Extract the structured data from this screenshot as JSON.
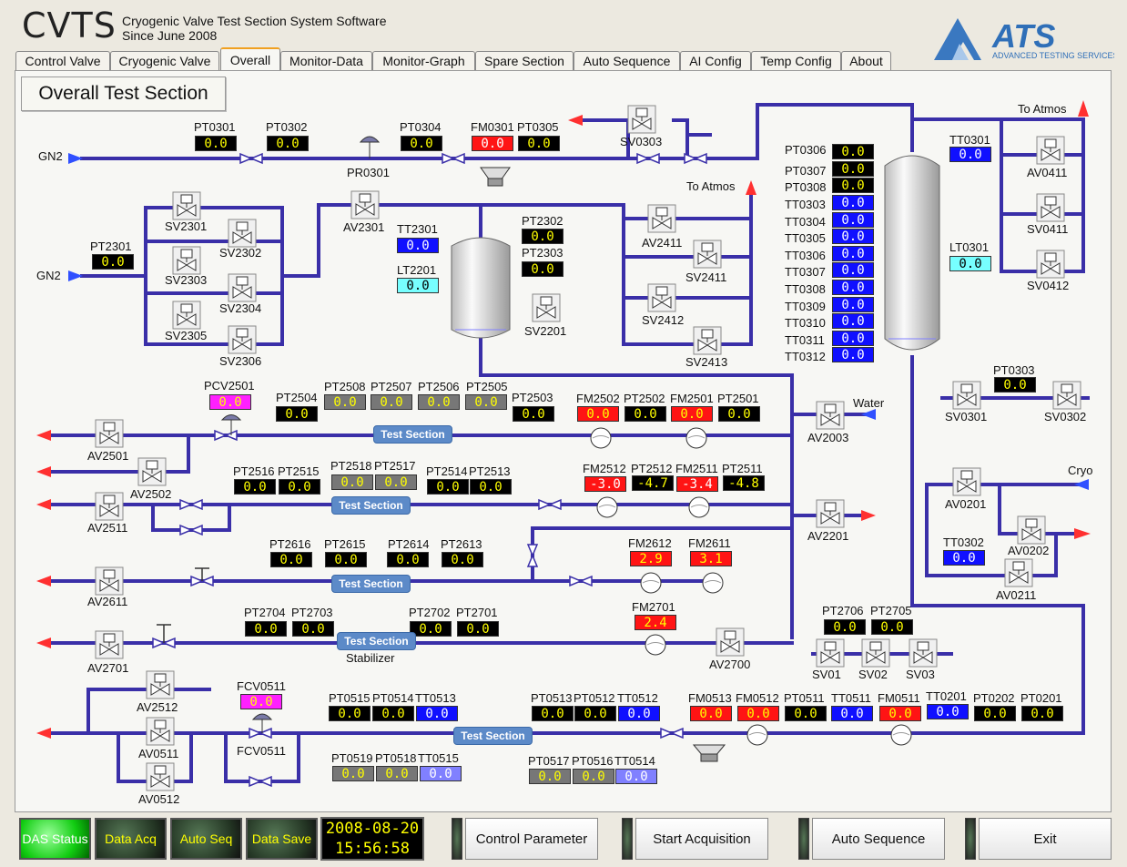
{
  "header": {
    "title": "CVTS",
    "subtitle1": "Cryogenic Valve Test Section System Software",
    "subtitle2": "Since June 2008",
    "logo_text": "ATS",
    "logo_tagline": "ADVANCED TESTING SERVICES"
  },
  "tabs": [
    "Control Valve",
    "Cryogenic Valve",
    "Overall",
    "Monitor-Data",
    "Monitor-Graph",
    "Spare Section",
    "Auto Sequence",
    "AI Config",
    "Temp Config",
    "About"
  ],
  "active_tab": "Overall",
  "section_title": "Overall Test Section",
  "colors": {
    "pipe": "#3a2fa8",
    "arrow_red": "#ff3030",
    "arrow_blue": "#3050ff",
    "panel": "#f7f7f4"
  },
  "labels": {
    "gn2_a": "GN2",
    "gn2_b": "GN2",
    "to_atmos_1": "To Atmos",
    "to_atmos_2": "To Atmos",
    "water": "Water",
    "cryo": "Cryo",
    "stabilizer": "Stabilizer",
    "PT0301": "PT0301",
    "PT0302": "PT0302",
    "PR0301": "PR0301",
    "PT0304": "PT0304",
    "FM0301": "FM0301",
    "PT0305": "PT0305",
    "SV0303": "SV0303",
    "PT0306": "PT0306",
    "PT0307": "PT0307",
    "PT0308": "PT0308",
    "TT0303": "TT0303",
    "TT0304": "TT0304",
    "TT0305": "TT0305",
    "TT0306": "TT0306",
    "TT0307": "TT0307",
    "TT0308": "TT0308",
    "TT0309": "TT0309",
    "TT0310": "TT0310",
    "TT0311": "TT0311",
    "TT0312": "TT0312",
    "TT0301": "TT0301",
    "LT0301": "LT0301",
    "AV0411": "AV0411",
    "SV0411": "SV0411",
    "SV0412": "SV0412",
    "SV2301": "SV2301",
    "SV2302": "SV2302",
    "SV2303": "SV2303",
    "SV2304": "SV2304",
    "SV2305": "SV2305",
    "SV2306": "SV2306",
    "AV2301": "AV2301",
    "PT2301": "PT2301",
    "TT2301": "TT2301",
    "LT2201": "LT2201",
    "PT2302": "PT2302",
    "PT2303": "PT2303",
    "SV2201": "SV2201",
    "AV2411": "AV2411",
    "SV2411": "SV2411",
    "SV2412": "SV2412",
    "SV2413": "SV2413",
    "PCV2501": "PCV2501",
    "PT2504": "PT2504",
    "PT2508": "PT2508",
    "PT2507": "PT2507",
    "PT2506": "PT2506",
    "PT2505": "PT2505",
    "PT2503": "PT2503",
    "FM2502": "FM2502",
    "PT2502": "PT2502",
    "FM2501": "FM2501",
    "PT2501": "PT2501",
    "AV2003": "AV2003",
    "AV2501": "AV2501",
    "AV2502": "AV2502",
    "PT2516": "PT2516",
    "PT2515": "PT2515",
    "PT2518": "PT2518",
    "PT2517": "PT2517",
    "PT2514": "PT2514",
    "PT2513": "PT2513",
    "FM2512": "FM2512",
    "PT2512": "PT2512",
    "FM2511": "FM2511",
    "PT2511": "PT2511",
    "AV2511": "AV2511",
    "AV2201": "AV2201",
    "PT2616": "PT2616",
    "PT2615": "PT2615",
    "PT2614": "PT2614",
    "PT2613": "PT2613",
    "FM2612": "FM2612",
    "FM2611": "FM2611",
    "AV2611": "AV2611",
    "PT2704": "PT2704",
    "PT2703": "PT2703",
    "PT2702": "PT2702",
    "PT2701": "PT2701",
    "FM2701": "FM2701",
    "AV2701": "AV2701",
    "AV2700": "AV2700",
    "PT0303": "PT0303",
    "SV0301": "SV0301",
    "SV0302": "SV0302",
    "AV0201": "AV0201",
    "AV0202": "AV0202",
    "AV0211": "AV0211",
    "TT0302": "TT0302",
    "PT2706": "PT2706",
    "PT2705": "PT2705",
    "SV01": "SV01",
    "SV02": "SV02",
    "SV03": "SV03",
    "AV2512": "AV2512",
    "AV0511": "AV0511",
    "AV0512": "AV0512",
    "FCV0511_a": "FCV0511",
    "FCV0511_b": "FCV0511",
    "PT0515": "PT0515",
    "PT0514": "PT0514",
    "TT0513": "TT0513",
    "PT0513": "PT0513",
    "PT0512": "PT0512",
    "TT0512": "TT0512",
    "FM0513": "FM0513",
    "FM0512": "FM0512",
    "PT0511": "PT0511",
    "TT0511": "TT0511",
    "FM0511": "FM0511",
    "TT0201": "TT0201",
    "PT0202": "PT0202",
    "PT0201": "PT0201",
    "PT0519": "PT0519",
    "PT0518": "PT0518",
    "TT0515": "TT0515",
    "PT0517": "PT0517",
    "PT0516": "PT0516",
    "TT0514": "TT0514"
  },
  "values": {
    "PT0301": "0.0",
    "PT0302": "0.0",
    "PT0304": "0.0",
    "FM0301": "0.0",
    "PT0305": "0.0",
    "PT0306": "0.0",
    "PT0307": "0.0",
    "PT0308": "0.0",
    "TT0303": "0.0",
    "TT0304": "0.0",
    "TT0305": "0.0",
    "TT0306": "0.0",
    "TT0307": "0.0",
    "TT0308": "0.0",
    "TT0309": "0.0",
    "TT0310": "0.0",
    "TT0311": "0.0",
    "TT0312": "0.0",
    "TT0301": "0.0",
    "LT0301": "0.0",
    "PT2301": "0.0",
    "TT2301": "0.0",
    "LT2201": "0.0",
    "PT2302": "0.0",
    "PT2303": "0.0",
    "PCV2501": "0.0",
    "PT2504": "0.0",
    "PT2508": "0.0",
    "PT2507": "0.0",
    "PT2506": "0.0",
    "PT2505": "0.0",
    "PT2503": "0.0",
    "FM2502": "0.0",
    "PT2502": "0.0",
    "FM2501": "0.0",
    "PT2501": "0.0",
    "PT2516": "0.0",
    "PT2515": "0.0",
    "PT2518": "0.0",
    "PT2517": "0.0",
    "PT2514": "0.0",
    "PT2513": "0.0",
    "FM2512": "-3.0",
    "PT2512": "-4.7",
    "FM2511": "-3.4",
    "PT2511": "-4.8",
    "PT2616": "0.0",
    "PT2615": "0.0",
    "PT2614": "0.0",
    "PT2613": "0.0",
    "FM2612": "2.9",
    "FM2611": "3.1",
    "PT2704": "0.0",
    "PT2703": "0.0",
    "PT2702": "0.0",
    "PT2701": "0.0",
    "FM2701": "2.4",
    "PT0303": "0.0",
    "TT0302": "0.0",
    "PT2706": "0.0",
    "PT2705": "0.0",
    "FCV0511": "0.0",
    "PT0515": "0.0",
    "PT0514": "0.0",
    "TT0513": "0.0",
    "PT0513": "0.0",
    "PT0512": "0.0",
    "TT0512": "0.0",
    "FM0513": "0.0",
    "FM0512": "0.0",
    "PT0511": "0.0",
    "TT0511": "0.0",
    "FM0511": "0.0",
    "TT0201": "0.0",
    "PT0202": "0.0",
    "PT0201": "0.0",
    "PT0519": "0.0",
    "PT0518": "0.0",
    "TT0515": "0.0",
    "PT0517": "0.0",
    "PT0516": "0.0",
    "TT0514": "0.0"
  },
  "test_section_label": "Test Section",
  "status": {
    "das": "DAS Status",
    "data_acq": "Data Acq",
    "auto_seq": "Auto Seq",
    "data_save": "Data Save",
    "date": "2008-08-20",
    "time": "15:56:58"
  },
  "buttons": {
    "control_parameter": "Control Parameter",
    "start_acquisition": "Start Acquisition",
    "auto_sequence": "Auto Sequence",
    "exit": "Exit"
  }
}
